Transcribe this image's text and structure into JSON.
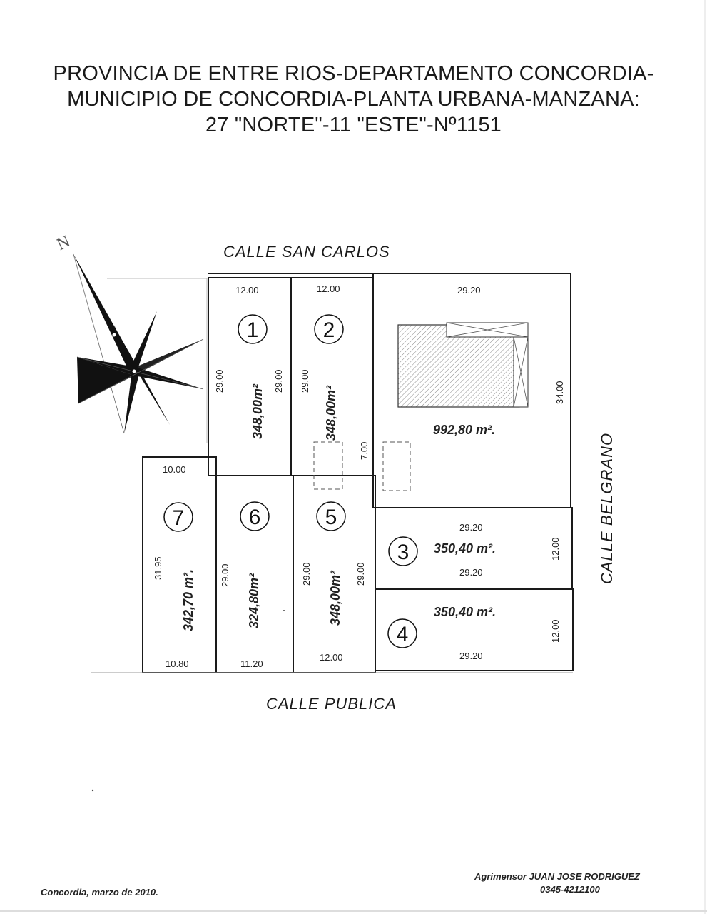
{
  "title": {
    "line1": "PROVINCIA DE ENTRE RIOS-DEPARTAMENTO CONCORDIA-",
    "line2": "MUNICIPIO DE CONCORDIA-PLANTA URBANA-MANZANA:",
    "line3": "27 \"NORTE\"-11 \"ESTE\"-Nº1151"
  },
  "north_label": "N",
  "streets": {
    "north": "CALLE SAN CARLOS",
    "south": "CALLE PUBLICA",
    "east": "CALLE BELGRANO"
  },
  "lots": [
    {
      "number": "1",
      "area": "348,00m²",
      "front": "12.00",
      "left": "29.00",
      "right": "29.00"
    },
    {
      "number": "2",
      "area": "348,00m²",
      "front": "12.00",
      "left": "29.00",
      "right": "7.00"
    },
    {
      "number": "",
      "area": "992,80 m².",
      "front": "29.20",
      "right": "34.00"
    },
    {
      "number": "3",
      "area": "350,40 m².",
      "top": "29.20",
      "bottom": "29.20",
      "right": "12.00"
    },
    {
      "number": "4",
      "area": "350,40 m².",
      "bottom": "29.20",
      "right": "12.00"
    },
    {
      "number": "5",
      "area": "348,00m²",
      "left": "29.00",
      "right": "29.00",
      "bottom": "12.00"
    },
    {
      "number": "6",
      "area": "324,80m²",
      "left": "29.00",
      "bottom": "11.20"
    },
    {
      "number": "7",
      "area": "342,70 m².",
      "top": "10.00",
      "left": "31.95",
      "bottom": "10.80"
    }
  ],
  "footer": {
    "place_date": "Concordia, marzo de 2010.",
    "surveyor": "Agrimensor JUAN JOSE RODRIGUEZ",
    "phone": "0345-4212100"
  },
  "colors": {
    "ink": "#1a1a1a",
    "paper": "#ffffff",
    "hatch": "#777777"
  }
}
